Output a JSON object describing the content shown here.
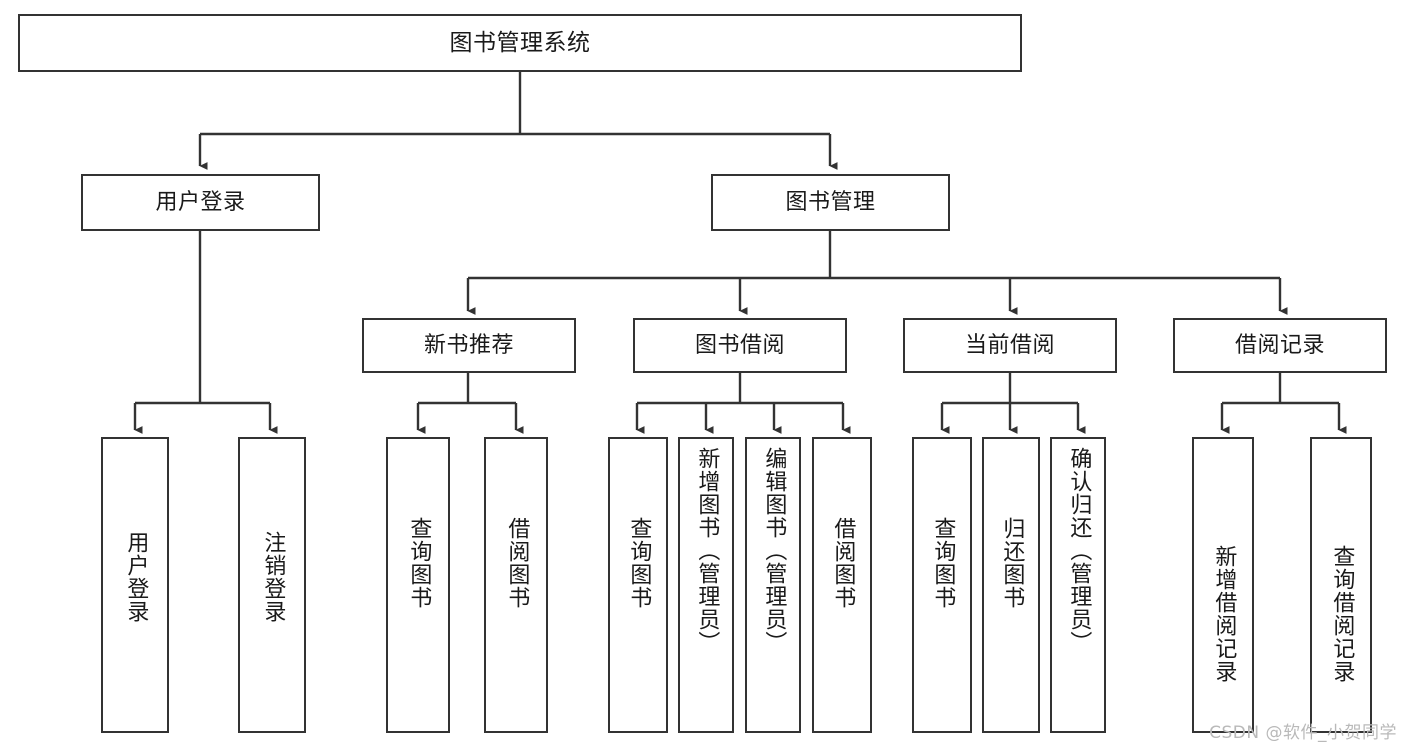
{
  "diagram": {
    "title": "图书管理系统",
    "type": "tree-hierarchy",
    "watermark": "CSDN @软件_小贺同学",
    "colors": {
      "border": "#333333",
      "background": "#ffffff",
      "text": "#1a1a1a",
      "edge": "#333333",
      "watermark": "#b9b9b9"
    },
    "levels": {
      "root": "图书管理系统",
      "level2": [
        "用户登录",
        "图书管理"
      ],
      "level3": [
        "新书推荐",
        "图书借阅",
        "当前借阅",
        "借阅记录"
      ]
    },
    "nodes": {
      "root": {
        "label": "图书管理系统"
      },
      "user_login": {
        "label": "用户登录"
      },
      "book_manage": {
        "label": "图书管理"
      },
      "new_book_rec": {
        "label": "新书推荐"
      },
      "book_borrow": {
        "label": "图书借阅"
      },
      "current_borrow": {
        "label": "当前借阅"
      },
      "borrow_record": {
        "label": "借阅记录"
      },
      "leaf_user_login": {
        "label": "用户登录"
      },
      "leaf_user_logout": {
        "label": "注销登录"
      },
      "leaf_query_book_1": {
        "label": "查询图书"
      },
      "leaf_borrow_book_1": {
        "label": "借阅图书"
      },
      "leaf_query_book_2": {
        "label": "查询图书"
      },
      "leaf_add_book": {
        "label": "新增图书（管理员）"
      },
      "leaf_edit_book": {
        "label": "编辑图书（管理员）"
      },
      "leaf_borrow_book_2": {
        "label": "借阅图书"
      },
      "leaf_query_book_3": {
        "label": "查询图书"
      },
      "leaf_return_book": {
        "label": "归还图书"
      },
      "leaf_confirm_return": {
        "label": "确认归还（管理员）"
      },
      "leaf_add_record": {
        "label": "新增借阅记录"
      },
      "leaf_query_record": {
        "label": "查询借阅记录"
      }
    },
    "edges": [
      {
        "from": "root",
        "to": "用户登录"
      },
      {
        "from": "root",
        "to": "图书管理"
      },
      {
        "from": "用户登录",
        "to": "用户登录(叶)"
      },
      {
        "from": "用户登录",
        "to": "注销登录"
      },
      {
        "from": "图书管理",
        "to": "新书推荐"
      },
      {
        "from": "图书管理",
        "to": "图书借阅"
      },
      {
        "from": "图书管理",
        "to": "当前借阅"
      },
      {
        "from": "图书管理",
        "to": "借阅记录"
      },
      {
        "from": "新书推荐",
        "to": "查询图书"
      },
      {
        "from": "新书推荐",
        "to": "借阅图书"
      },
      {
        "from": "图书借阅",
        "to": "查询图书"
      },
      {
        "from": "图书借阅",
        "to": "新增图书（管理员）"
      },
      {
        "from": "图书借阅",
        "to": "编辑图书（管理员）"
      },
      {
        "from": "图书借阅",
        "to": "借阅图书"
      },
      {
        "from": "当前借阅",
        "to": "查询图书"
      },
      {
        "from": "当前借阅",
        "to": "归还图书"
      },
      {
        "from": "当前借阅",
        "to": "确认归还（管理员）"
      },
      {
        "from": "借阅记录",
        "to": "新增借阅记录"
      },
      {
        "from": "借阅记录",
        "to": "查询借阅记录"
      }
    ]
  }
}
